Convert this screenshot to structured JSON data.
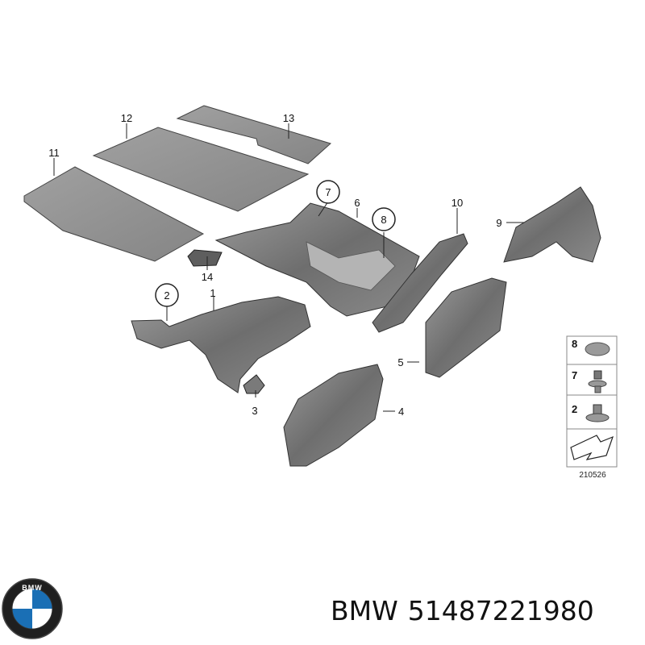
{
  "diagram": {
    "callouts": [
      "1",
      "2",
      "3",
      "4",
      "5",
      "6",
      "7",
      "8",
      "10",
      "9",
      "11",
      "12",
      "13",
      "14"
    ],
    "legend": {
      "items": [
        "8",
        "7",
        "2"
      ],
      "ref_code": "210526"
    }
  },
  "brand": {
    "logo_text": "BMW",
    "name": "BMW",
    "part_number": "51487221980"
  },
  "colors": {
    "panel_gray": "#8e8e8e",
    "part_dark": "#6a6a6a",
    "line": "#222222",
    "bmw_blue": "#1a6fb5"
  }
}
